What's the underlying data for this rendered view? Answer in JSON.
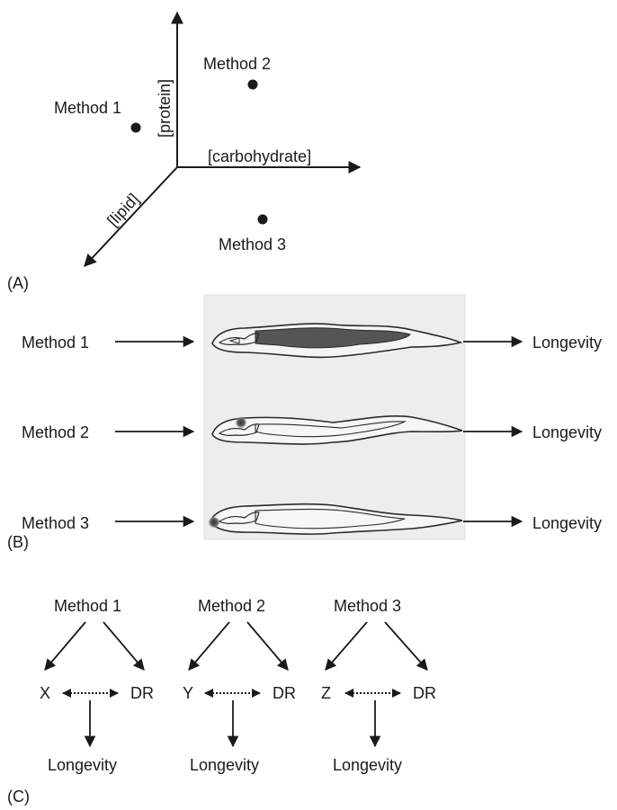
{
  "panelA": {
    "label": "(A)",
    "axes": {
      "protein": "[protein]",
      "carbohydrate": "[carbohydrate]",
      "lipid": "[lipid]"
    },
    "points": [
      "Method 1",
      "Method 2",
      "Method 3"
    ]
  },
  "panelB": {
    "label": "(B)",
    "rows": [
      {
        "input": "Method 1",
        "output": "Longevity",
        "gut_shading": "dark"
      },
      {
        "input": "Method 2",
        "output": "Longevity",
        "gut_shading": "pharynx-spot"
      },
      {
        "input": "Method 3",
        "output": "Longevity",
        "gut_shading": "head-tip-spot"
      }
    ]
  },
  "panelC": {
    "label": "(C)",
    "groups": [
      {
        "top": "Method 1",
        "left": "X",
        "right": "DR",
        "bottom": "Longevity"
      },
      {
        "top": "Method 2",
        "left": "Y",
        "right": "DR",
        "bottom": "Longevity"
      },
      {
        "top": "Method 3",
        "left": "Z",
        "right": "DR",
        "bottom": "Longevity"
      }
    ]
  },
  "colors": {
    "ink": "#1a1a1a",
    "worm_outline": "#2a2a2a",
    "gut_dark": "#555555",
    "image_bg": "#ededed"
  }
}
